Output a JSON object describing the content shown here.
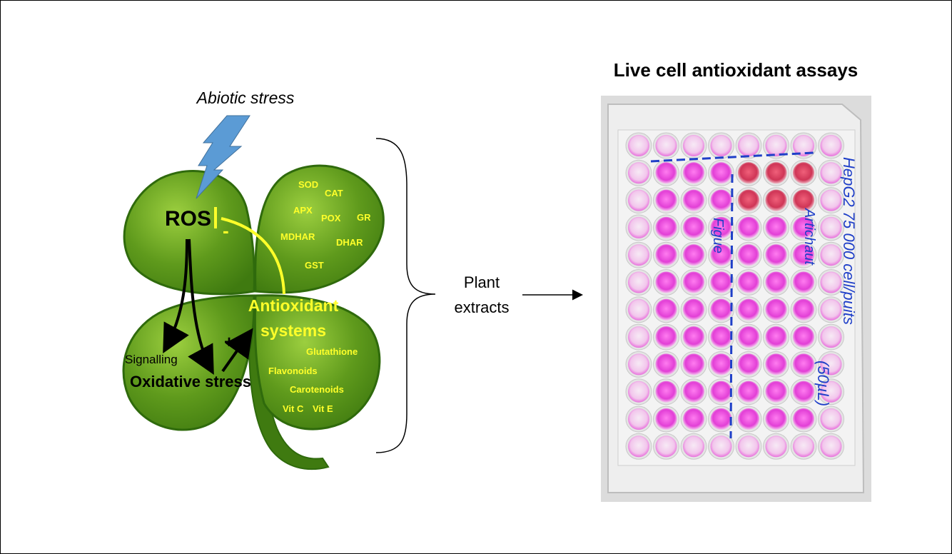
{
  "diagram": {
    "stress_label": "Abiotic stress",
    "ros_label": "ROS",
    "inhibit_sign": "-",
    "enzymes": [
      "SOD",
      "CAT",
      "APX",
      "POX",
      "GR",
      "MDHAR",
      "DHAR",
      "GST"
    ],
    "antioxidant_label_line1": "Antioxidant",
    "antioxidant_label_line2": "systems",
    "activate_sign": "+",
    "signalling_label": "Signalling",
    "oxidative_label": "Oxidative stress",
    "metabolites": [
      "Glutathione",
      "Flavonoids",
      "Carotenoids",
      "Vit C",
      "Vit E"
    ],
    "extracts_line1": "Plant",
    "extracts_line2": "extracts"
  },
  "plate": {
    "title": "Live cell antioxidant assays",
    "handwriting": {
      "cell_line": "HepG2 75 000 cell/puits",
      "volume": "(50µL)",
      "left_group": "Figue",
      "right_group": "Artichaut"
    }
  },
  "colors": {
    "leaf_green": "#5f9a1c",
    "leaf_dark": "#2f6a0c",
    "yellow_text": "#ffff2a",
    "bolt_blue": "#5b9bd5",
    "magenta": "#e23fd6",
    "red_well": "#d83a5e",
    "ink_blue": "#1f3fc8"
  }
}
